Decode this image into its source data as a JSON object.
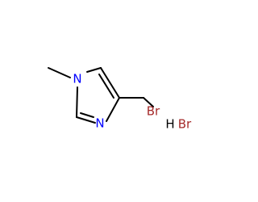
{
  "molecule": {
    "atoms": {
      "n1": "N",
      "n3": "N",
      "br": "Br"
    },
    "salt": {
      "h": "H",
      "br": "Br"
    }
  },
  "colors": {
    "nitrogen": "#0000ff",
    "bromine": "#a52a2a",
    "bond": "#000000"
  }
}
